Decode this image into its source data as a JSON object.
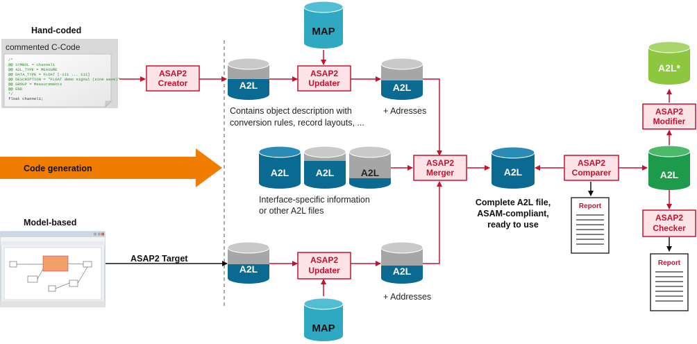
{
  "labels": {
    "hand_coded": "Hand-coded",
    "model_based": "Model-based",
    "code_generation": "Code generation",
    "asap2_target": "ASAP2 Target",
    "object_desc_line1": "Contains object description with",
    "object_desc_line2": "conversion rules, record layouts, ...",
    "adresses": "+ Adresses",
    "addresses": "+ Addresses",
    "interface_line1": "Interface-specific information",
    "interface_line2": "or other A2L files",
    "complete_line1": "Complete A2L file,",
    "complete_line2": "ASAM-compliant,",
    "complete_line3": "ready to use"
  },
  "code_panel": {
    "title": "commented C-Code",
    "lines": [
      "/*",
      "@@ SYMBOL = channel1",
      "@@ A2L_TYPE = MEASURE",
      "@@ DATA_TYPE = FLOAT  [-111 ... 111]",
      "@@ DESCRIPTION = \"FLOAT demo signal (sine wave)\"",
      "@@ GROUP = Measurements",
      "@@ END",
      "*/",
      "float channel1;"
    ]
  },
  "tools": {
    "creator": [
      "ASAP2",
      "Creator"
    ],
    "updater_top": [
      "ASAP2",
      "Updater"
    ],
    "updater_bottom": [
      "ASAP2",
      "Updater"
    ],
    "merger": [
      "ASAP2",
      "Merger"
    ],
    "comparer": [
      "ASAP2",
      "Comparer"
    ],
    "modifier": [
      "ASAP2",
      "Modifier"
    ],
    "checker": [
      "ASAP2",
      "Checker"
    ]
  },
  "cylinders": {
    "map_top": "MAP",
    "map_bottom": "MAP",
    "a2l_top_in": "A2L",
    "a2l_top_out": "A2L",
    "a2l_interface_1": "A2L",
    "a2l_interface_2": "A2L",
    "a2l_interface_3": "A2L",
    "a2l_bottom_in": "A2L",
    "a2l_bottom_out": "A2L",
    "a2l_merged": "A2L",
    "a2l_green": "A2L",
    "a2l_modified": "A2L*"
  },
  "reports": {
    "comparer_report": "Report",
    "checker_report": "Report"
  },
  "colors": {
    "accent_red": "#c8102e",
    "cyl_blue": "#0a6a92",
    "cyl_gray": "#a6a6a6",
    "map_teal": "#2fa9c2",
    "cyl_green": "#1e9b4a",
    "cyl_light_green": "#8dc63f",
    "arrow_orange": "#f07d00"
  }
}
